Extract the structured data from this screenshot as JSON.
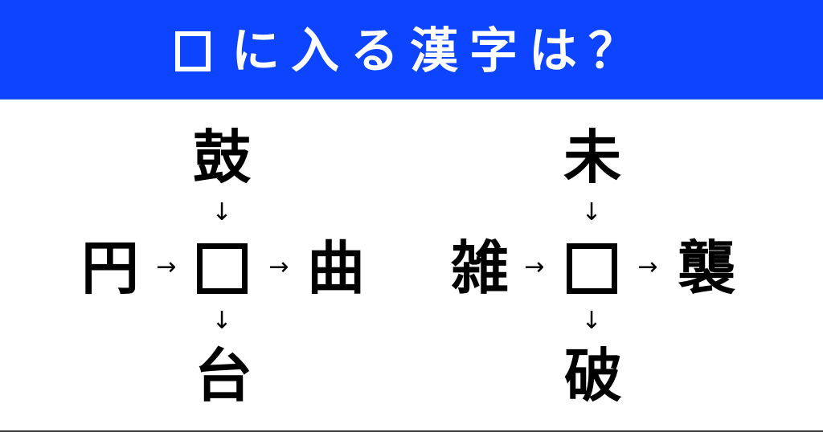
{
  "header": {
    "title_box_glyph": "",
    "title_text": "に入る漢字は？",
    "background_color": "#0d44ff",
    "text_color": "#ffffff"
  },
  "puzzles": [
    {
      "top": "鼓",
      "left": "円",
      "right": "曲",
      "bottom": "台",
      "blank": "",
      "arrows": {
        "down_top": "↓",
        "right_left": "→",
        "right_right": "→",
        "down_bottom": "↓"
      }
    },
    {
      "top": "未",
      "left": "雑",
      "right": "襲",
      "bottom": "破",
      "blank": "",
      "arrows": {
        "down_top": "↓",
        "right_left": "→",
        "right_right": "→",
        "down_bottom": "↓"
      }
    }
  ]
}
